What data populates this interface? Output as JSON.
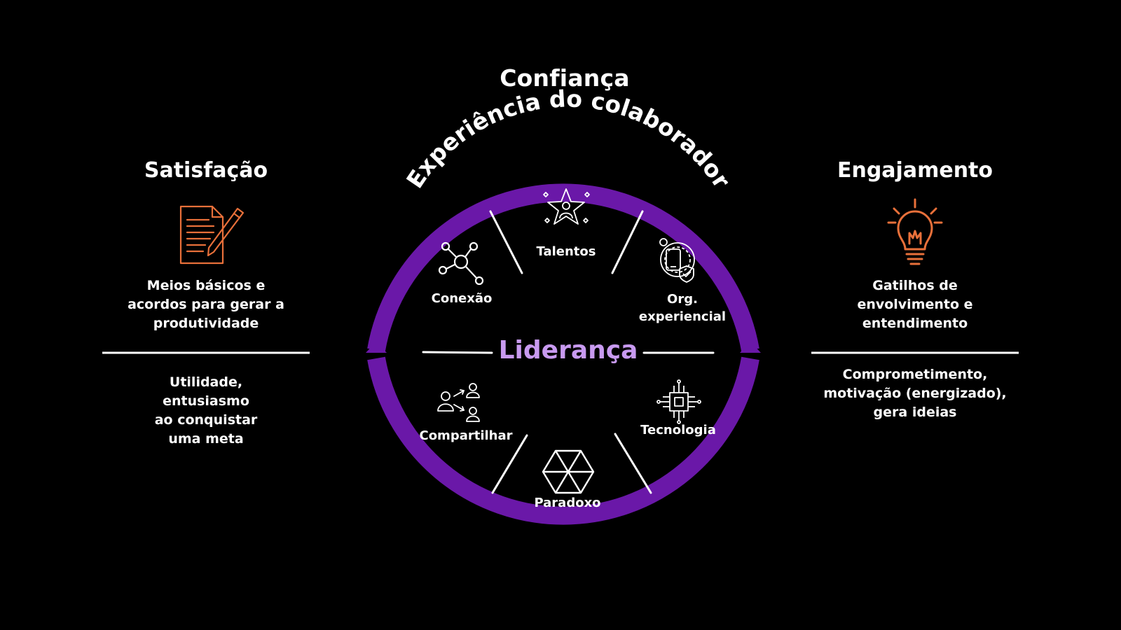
{
  "title": "Confiança",
  "arc_title": "Experiência do colaborador",
  "center": "Liderança",
  "left": {
    "title": "Satisfação",
    "icon": "document-pencil-icon",
    "description": [
      "Meios básicos e",
      "acordos para gerar a",
      "produtividade"
    ],
    "result": [
      "Utilidade,",
      "entusiasmo",
      "ao conquistar",
      "uma meta"
    ]
  },
  "right": {
    "title": "Engajamento",
    "icon": "lightbulb-icon",
    "description": [
      "Gatilhos de",
      "envolvimento e",
      "entendimento"
    ],
    "result": [
      "Comprometimento,",
      "motivação (energizado),",
      "gera ideias"
    ]
  },
  "segments": [
    {
      "label": "Talentos",
      "icon": "star-person-icon"
    },
    {
      "label": "Org.\nexperiencial",
      "icon": "gear-shield-icon"
    },
    {
      "label": "Tecnologia",
      "icon": "chip-icon"
    },
    {
      "label": "Paradoxo",
      "icon": "hexagon-icon"
    },
    {
      "label": "Compartilhar",
      "icon": "share-people-icon"
    },
    {
      "label": "Conexão",
      "icon": "network-icon"
    }
  ],
  "colors": {
    "background": "#000000",
    "ring": "#6a18a8",
    "accent_text": "#c89af0",
    "icon_orange": "#e8703a",
    "text": "#ffffff"
  }
}
